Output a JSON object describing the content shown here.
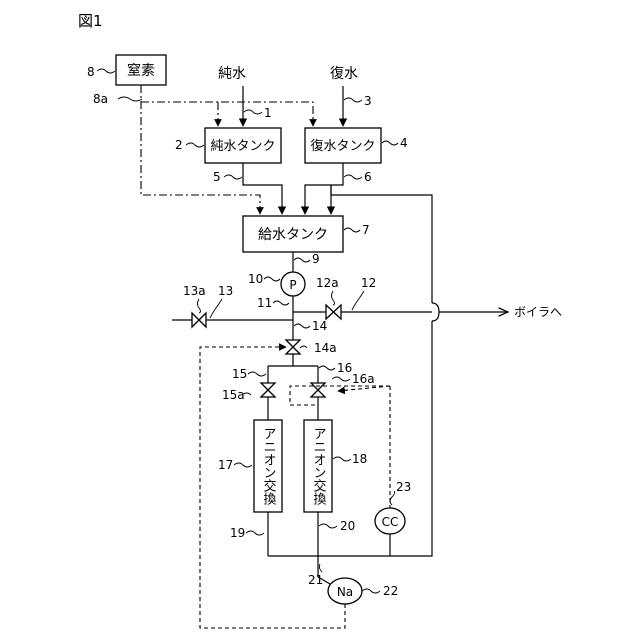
{
  "figure_title": "図1",
  "boxes": {
    "nitrogen": "窒素",
    "pure_tank": "純水タンク",
    "recovered_tank": "復水タンク",
    "feed_tank": "給水タンク",
    "anion_col_1": "アニオン交換",
    "anion_col_2": "アニオン交換"
  },
  "sources": {
    "pure_water": "純水",
    "recovered_water": "復水"
  },
  "instruments": {
    "pump": "P",
    "cc": "CC",
    "na": "Na"
  },
  "outlet_label": "ボイラへ",
  "ref_numbers": {
    "n1": "1",
    "n2": "2",
    "n3": "3",
    "n4": "4",
    "n5": "5",
    "n6": "6",
    "n7": "7",
    "n8": "8",
    "n8a": "8a",
    "n9": "9",
    "n10": "10",
    "n11": "11",
    "n12": "12",
    "n12a": "12a",
    "n13": "13",
    "n13a": "13a",
    "n14": "14",
    "n14a": "14a",
    "n15": "15",
    "n15a": "15a",
    "n16": "16",
    "n16a": "16a",
    "n17": "17",
    "n18": "18",
    "n19": "19",
    "n20": "20",
    "n21": "21",
    "n22": "22",
    "n23": "23"
  }
}
